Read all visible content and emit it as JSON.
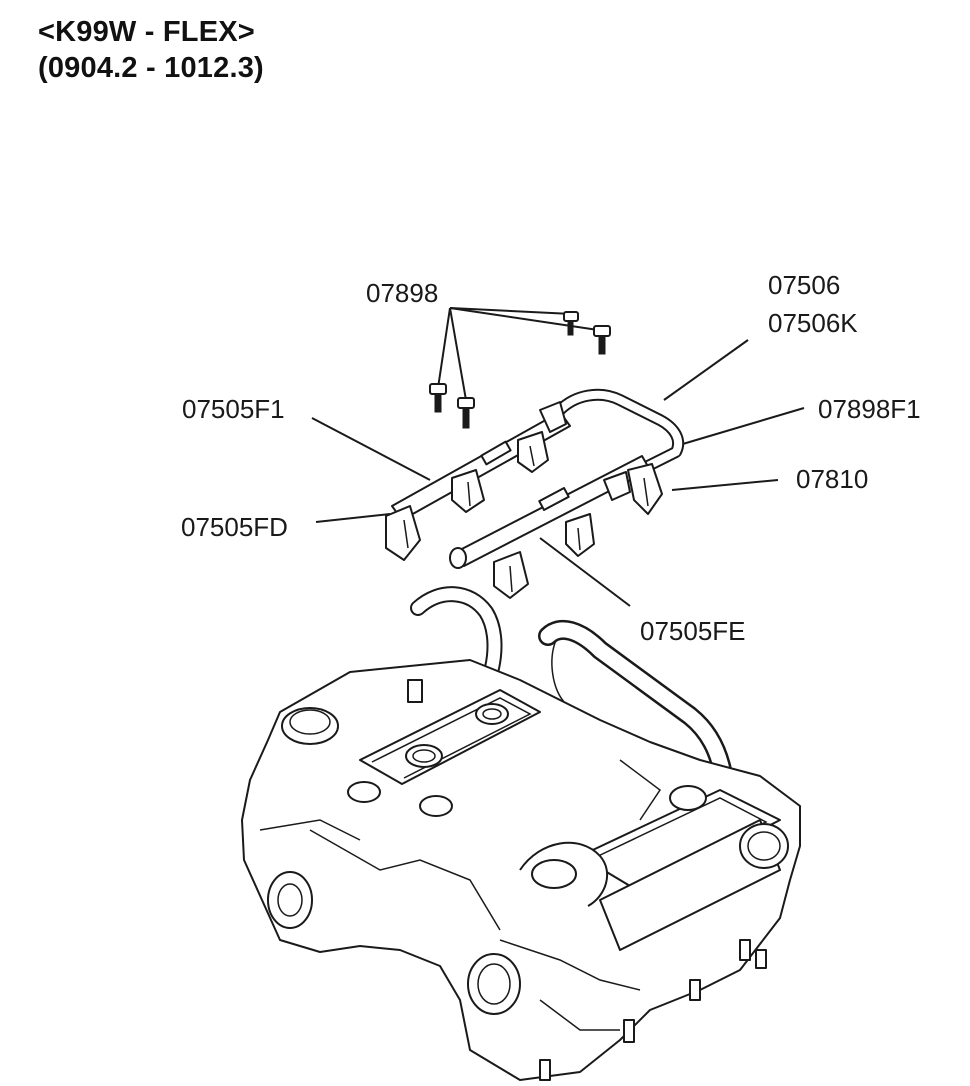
{
  "header": {
    "model": "<K99W - FLEX>",
    "range": "(0904.2 - 1012.3)"
  },
  "callouts": [
    {
      "id": "c1",
      "text": "07898"
    },
    {
      "id": "c2",
      "text": "07506"
    },
    {
      "id": "c3",
      "text": "07506K"
    },
    {
      "id": "c4",
      "text": "07505F1"
    },
    {
      "id": "c5",
      "text": "07898F1"
    },
    {
      "id": "c6",
      "text": "07810"
    },
    {
      "id": "c7",
      "text": "07505FD"
    },
    {
      "id": "c8",
      "text": "07505FE"
    }
  ]
}
